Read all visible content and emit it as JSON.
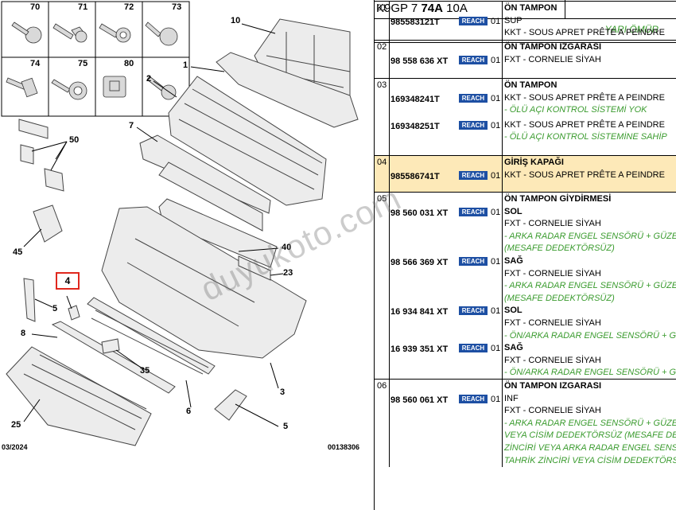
{
  "diagram": {
    "callouts": {
      "c70": "70",
      "c71": "71",
      "c72": "72",
      "c73": "73",
      "c74": "74",
      "c75": "75",
      "c80": "80",
      "c10": "10",
      "c1": "1",
      "c2": "2",
      "c7": "7",
      "c50": "50",
      "c45": "45",
      "c40": "40",
      "c23": "23",
      "c4": "4",
      "c5a": "5",
      "c8": "8",
      "c35": "35",
      "c3": "3",
      "c6": "6",
      "c25": "25",
      "c5b": "5"
    },
    "date": "03/2024",
    "drawing_id": "00138306"
  },
  "watermark": "duyukoto.com",
  "table": {
    "ref_code_prefix": "K9GP 7 ",
    "ref_code_bold": "74A",
    "ref_code_suffix": " 10A",
    "subtitle": "YARI ÖMÜR",
    "reach_label": "REACH",
    "sections": [
      {
        "num": "01",
        "title": "ÖN TAMPON",
        "rows": [
          {
            "pn": "985583121T",
            "qty": "01",
            "lines": [
              {
                "t": "SUP"
              },
              {
                "t": "KKT - SOUS APRET PRÊTE A PEINDRE"
              }
            ]
          }
        ]
      },
      {
        "num": "02",
        "title": "ÖN TAMPON IZGARASI",
        "rows": [
          {
            "pn": "98 558 636 XT",
            "qty": "01",
            "lines": [
              {
                "t": "FXT - CORNELIE SİYAH"
              }
            ]
          }
        ]
      },
      {
        "num": "03",
        "title": "ÖN TAMPON",
        "rows": [
          {
            "pn": "169348241T",
            "qty": "01",
            "lines": [
              {
                "t": "KKT - SOUS APRET PRÊTE A PEINDRE"
              },
              {
                "t": "- ÖLÜ AÇI KONTROL SİSTEMİ YOK",
                "g": true
              }
            ]
          },
          {
            "pn": "169348251T",
            "qty": "01",
            "lines": [
              {
                "t": "KKT - SOUS APRET PRÊTE A PEINDRE"
              },
              {
                "t": "- ÖLÜ AÇI KONTROL SİSTEMİNE SAHİP",
                "g": true
              }
            ]
          }
        ]
      },
      {
        "num": "04",
        "title": "GİRİŞ KAPAĞI",
        "rows": [
          {
            "pn": "985586741T",
            "qty": "01",
            "lines": [
              {
                "t": "KKT - SOUS APRET PRÊTE A PEINDRE"
              }
            ]
          }
        ]
      },
      {
        "num": "05",
        "title": "ÖN TAMPON GİYDİRMESİ",
        "rows": [
          {
            "pn": "98 560 031 XT",
            "qty": "01",
            "lines": [
              {
                "t": "SOL",
                "b": true
              },
              {
                "t": "FXT - CORNELIE SİYAH"
              },
              {
                "t": "- ARKA RADAR ENGEL SENSÖRÜ + GÜZE",
                "g": true
              },
              {
                "t": "(MESAFE DEDEKTÖRSÜZ)",
                "g": true
              }
            ]
          },
          {
            "pn": "98 566 369 XT",
            "qty": "01",
            "lines": [
              {
                "t": "SAĞ",
                "b": true
              },
              {
                "t": "FXT - CORNELIE SİYAH"
              },
              {
                "t": "- ARKA RADAR ENGEL SENSÖRÜ + GÜZE",
                "g": true
              },
              {
                "t": "(MESAFE DEDEKTÖRSÜZ)",
                "g": true
              }
            ]
          },
          {
            "pn": "16 934 841 XT",
            "qty": "01",
            "lines": [
              {
                "t": "SOL",
                "b": true
              },
              {
                "t": "FXT - CORNELIE SİYAH"
              },
              {
                "t": "- ÖN/ARKA RADAR ENGEL SENSÖRÜ + GÜ",
                "g": true
              }
            ]
          },
          {
            "pn": "16 939 351 XT",
            "qty": "01",
            "lines": [
              {
                "t": "SAĞ",
                "b": true
              },
              {
                "t": "FXT - CORNELIE SİYAH"
              },
              {
                "t": "- ÖN/ARKA RADAR ENGEL SENSÖRÜ + GÜ",
                "g": true
              }
            ]
          }
        ]
      },
      {
        "num": "06",
        "title": "ÖN TAMPON IZGARASI",
        "rows": [
          {
            "pn": "98 560 061 XT",
            "qty": "01",
            "lines": [
              {
                "t": "INF"
              },
              {
                "t": "FXT - CORNELIE SİYAH"
              },
              {
                "t": "- ARKA RADAR ENGEL SENSÖRÜ + GÜZE",
                "g": true
              },
              {
                "t": "VEYA CİSİM DEDEKTÖRSÜZ (MESAFE DE",
                "g": true
              },
              {
                "t": "ZİNCİRİ VEYA ARKA RADAR ENGEL SENS",
                "g": true
              },
              {
                "t": "TAHRİK ZİNCİRİ VEYA CİSİM DEDEKTÖRS",
                "g": true
              }
            ]
          }
        ]
      }
    ]
  }
}
